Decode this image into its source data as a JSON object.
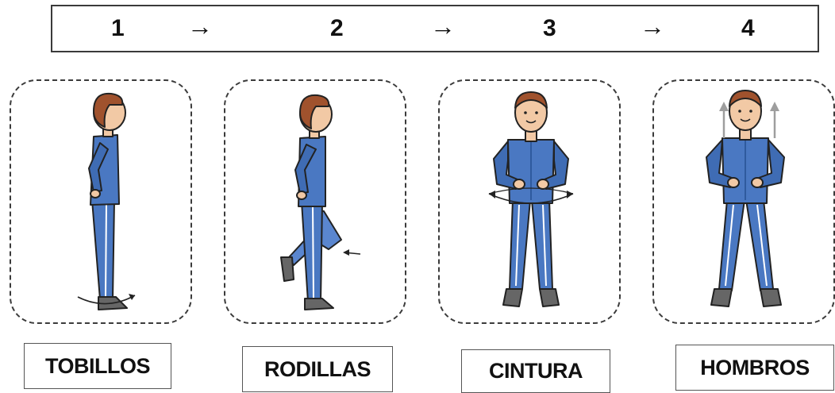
{
  "steps": [
    {
      "number": "1",
      "label": "TOBILLOS"
    },
    {
      "number": "2",
      "label": "RODILLAS"
    },
    {
      "number": "3",
      "label": "CINTURA"
    },
    {
      "number": "4",
      "label": "HOMBROS"
    }
  ],
  "arrow_glyph": "→",
  "colors": {
    "tracksuit": "#4a78c2",
    "tracksuit_dark": "#2f5a9e",
    "skin": "#f2c9a5",
    "hair": "#a0522d",
    "outline": "#222222",
    "shoe": "#666666",
    "motion_arrow": "#9e9e9e"
  },
  "icons": {
    "figure_1": "person-side-ankle-rotation",
    "figure_2": "person-side-knee-bend",
    "figure_3": "person-front-waist-rotation",
    "figure_4": "person-front-shoulder-raise"
  }
}
